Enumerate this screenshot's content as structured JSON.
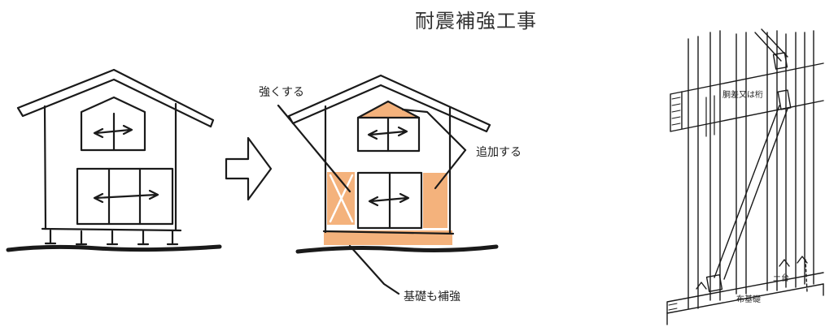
{
  "title": "耐震補強工事",
  "labels": {
    "strengthen": "強くする",
    "add": "追加する",
    "foundation": "基礎も補強"
  },
  "detail_labels": {
    "beam": "胴差又は桁",
    "sill": "土台",
    "footing": "布基礎"
  },
  "colors": {
    "reinforcement_fill": "#F4B27C",
    "line": "#1a1a1a"
  }
}
